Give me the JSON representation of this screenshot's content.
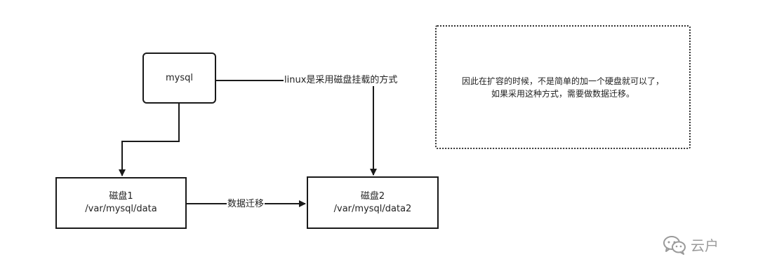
{
  "diagram": {
    "nodes": {
      "mysql": {
        "label": "mysql"
      },
      "disk1": {
        "line1": "磁盘1",
        "line2": "/var/mysql/data"
      },
      "disk2": {
        "line1": "磁盘2",
        "line2": "/var/mysql/data2"
      }
    },
    "edges": {
      "mysql_to_disk2": {
        "label": "linux是采用磁盘挂载的方式"
      },
      "disk1_to_disk2": {
        "label": "数据迁移"
      }
    },
    "note": {
      "line1": "因此在扩容的时候，不是简单的加一个硬盘就可以了，",
      "line2": "如果采用这种方式，需要做数据迁移。"
    }
  },
  "watermark": {
    "icon": "wechat-icon",
    "text": "云户"
  },
  "colors": {
    "stroke": "#1a1a1a",
    "watermark": "#9a9a9a"
  }
}
